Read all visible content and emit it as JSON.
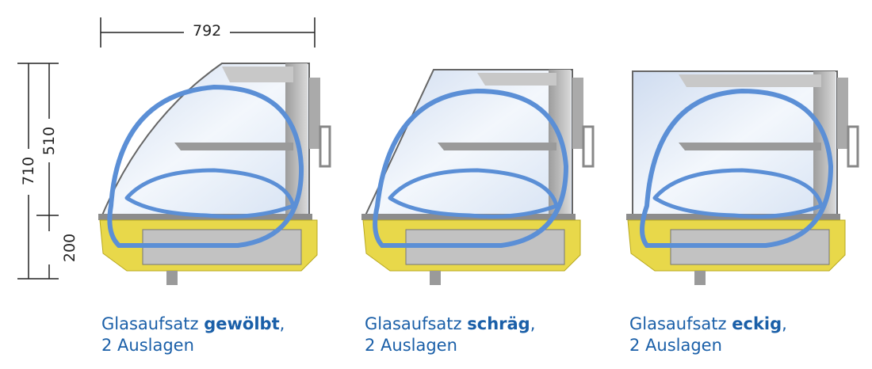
{
  "dimensions": {
    "width_label": "792",
    "total_height_label": "710",
    "glass_height_label": "510",
    "base_height_label": "200"
  },
  "colors": {
    "glass": "#dfe9f6",
    "steel": "#b9b9b9",
    "base_yellow": "#e8d84a",
    "airflow": "#5b8fd6",
    "caption": "#1a5fa8"
  },
  "cases": [
    {
      "caption_prefix": "Glasaufsatz",
      "caption_bold": "gewölbt",
      "caption_suffix": ",",
      "caption_line2": "2 Auslagen"
    },
    {
      "caption_prefix": "Glasaufsatz",
      "caption_bold": "schräg",
      "caption_suffix": ",",
      "caption_line2": "2 Auslagen"
    },
    {
      "caption_prefix": "Glasaufsatz",
      "caption_bold": "eckig",
      "caption_suffix": ",",
      "caption_line2": "2 Auslagen"
    }
  ]
}
